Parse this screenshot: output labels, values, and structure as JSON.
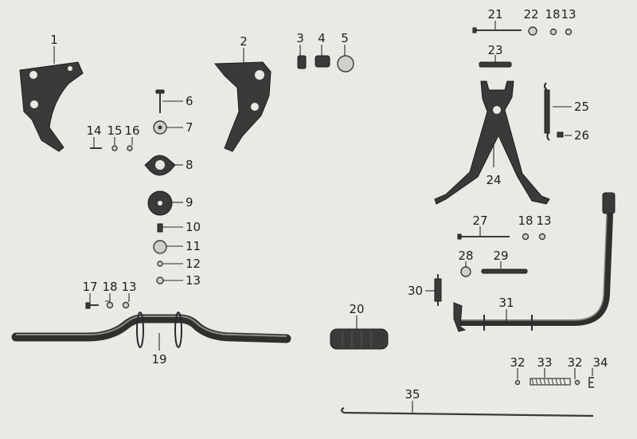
{
  "callouts": [
    "1",
    "2",
    "3",
    "4",
    "5",
    "6",
    "7",
    "8",
    "9",
    "10",
    "11",
    "12",
    "13",
    "13",
    "13",
    "13",
    "14",
    "15",
    "16",
    "17",
    "18",
    "18",
    "18",
    "19",
    "20",
    "21",
    "22",
    "23",
    "24",
    "25",
    "26",
    "27",
    "28",
    "29",
    "30",
    "31",
    "32",
    "32",
    "33",
    "34",
    "35"
  ],
  "colors": {
    "background": "#e9e9e6",
    "ink": "#2a2a2a",
    "metal": "#3a3a38"
  }
}
